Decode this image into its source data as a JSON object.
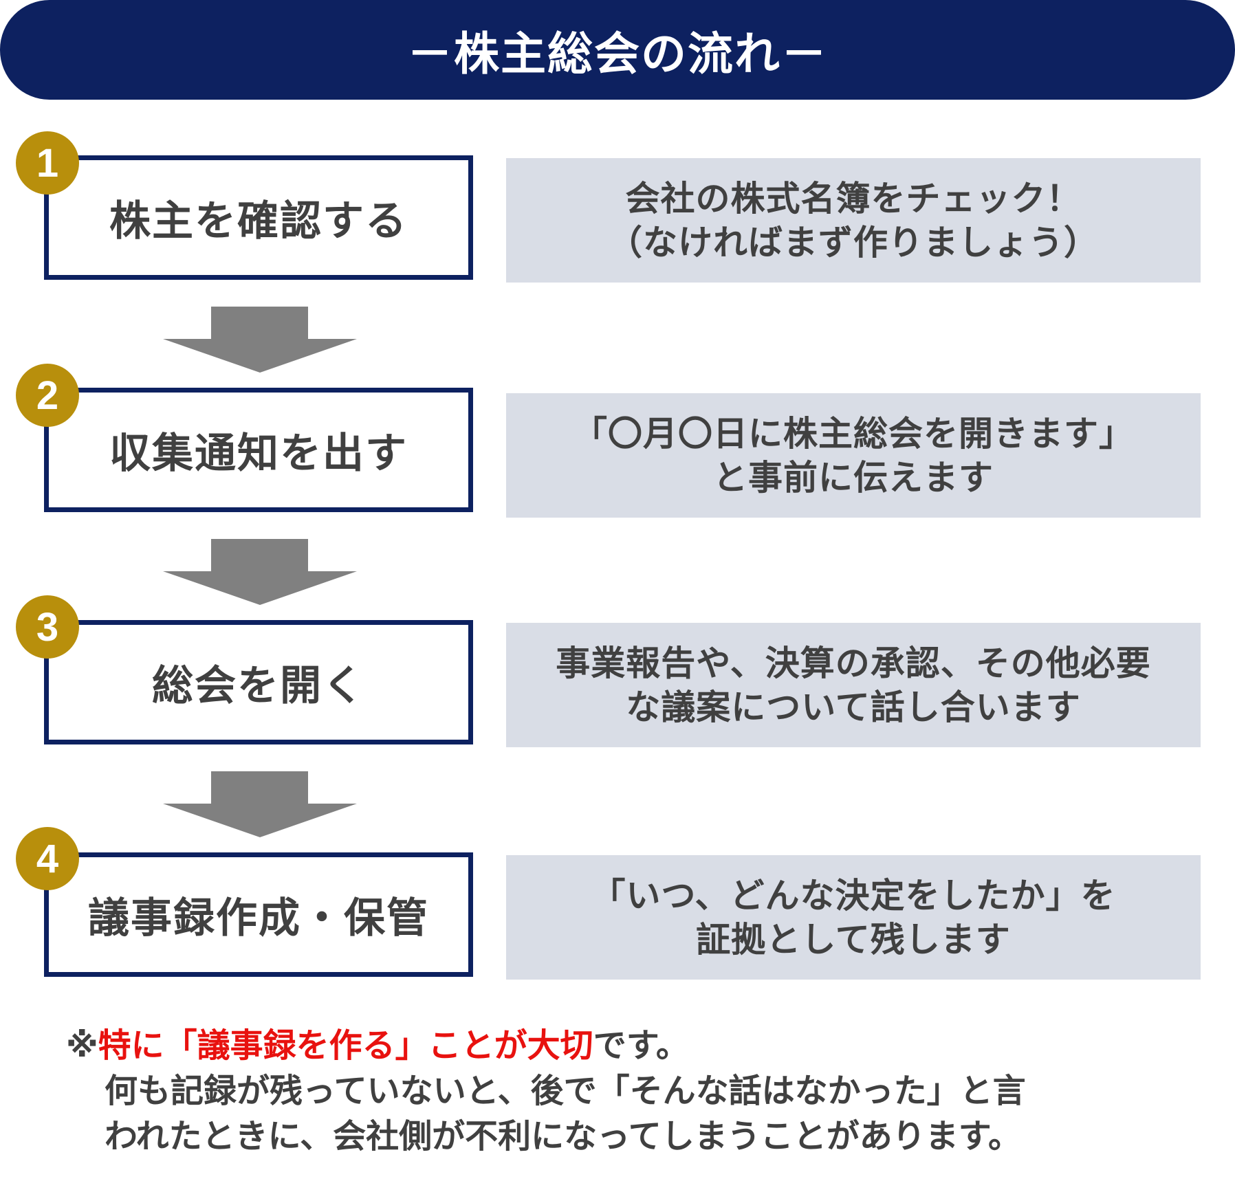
{
  "header": {
    "title": "－株主総会の流れ－"
  },
  "steps": [
    {
      "number": "1",
      "label": "株主を確認する",
      "description": [
        "会社の株式名簿をチェック！",
        "（なければまず作りましょう）"
      ]
    },
    {
      "number": "2",
      "label": "収集通知を出す",
      "description": [
        "「〇月〇日に株主総会を開きます」",
        "と事前に伝えます"
      ]
    },
    {
      "number": "3",
      "label": "総会を開く",
      "description": [
        "事業報告や、決算の承認、その他必要",
        "な議案について話し合います"
      ]
    },
    {
      "number": "4",
      "label": "議事録作成・保管",
      "description": [
        "「いつ、どんな決定をしたか」を",
        "証拠として残します"
      ]
    }
  ],
  "note": {
    "mark": "※",
    "highlight": "特に「議事録を作る」ことが大切",
    "rest": "です。",
    "line2": "何も記録が残っていないと、後で「そんな話はなかった」と言",
    "line3": "われたときに、会社側が不利になってしまうことがあります。"
  },
  "colors": {
    "header_bg": "#0d2160",
    "box_border": "#0d2160",
    "badge": "#b88f0c",
    "desc_bg": "#d9dde6",
    "arrow": "#808080",
    "highlight": "#e8120f"
  }
}
